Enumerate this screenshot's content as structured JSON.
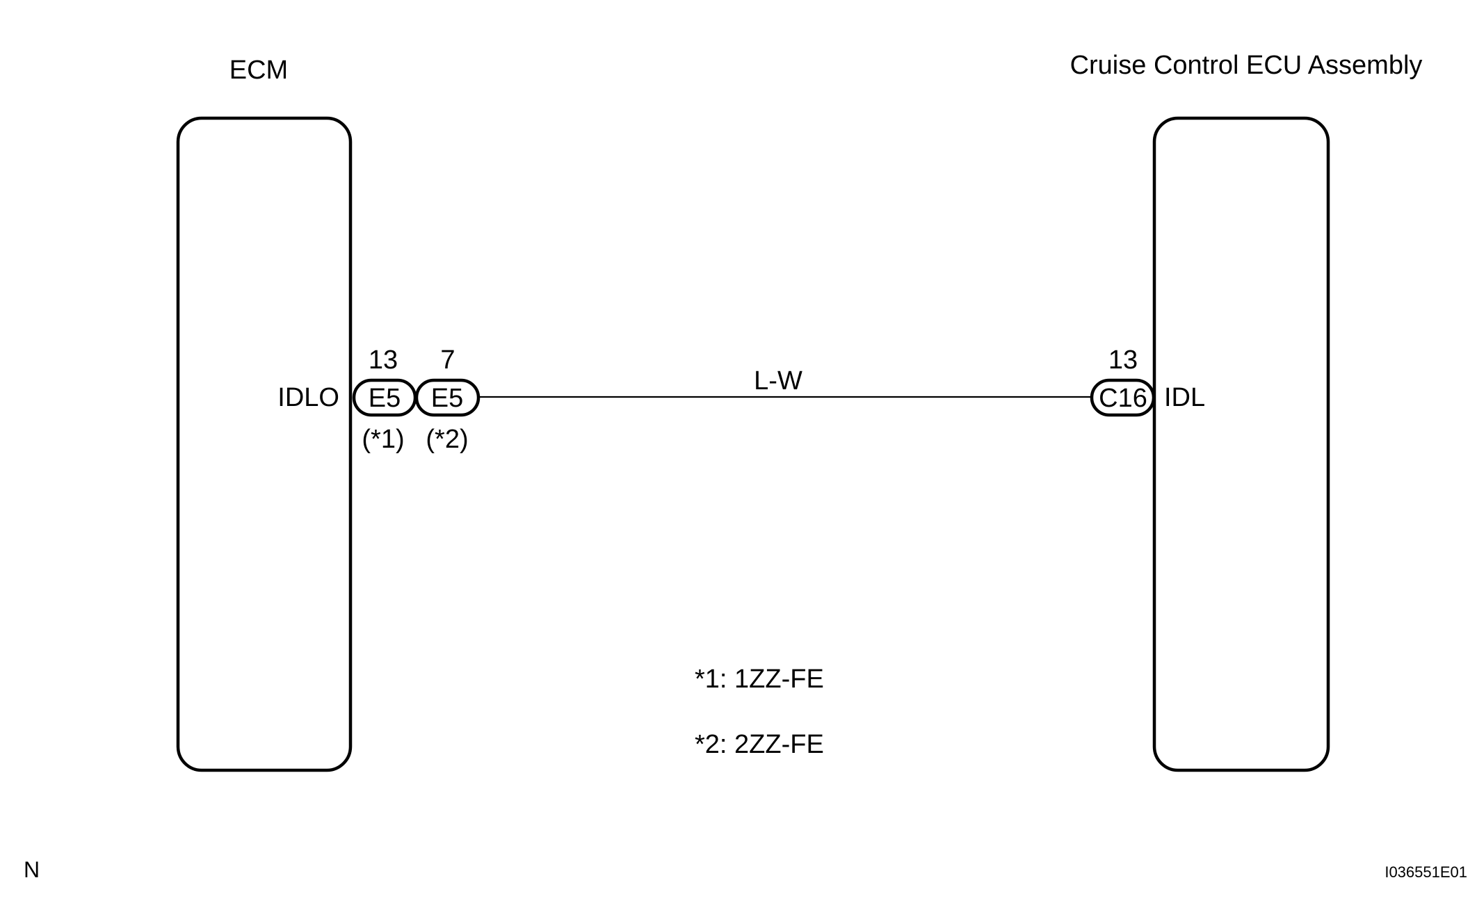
{
  "left_component": {
    "title": "ECM",
    "terminal_name": "IDLO",
    "connectors": [
      {
        "pin": "13",
        "code": "E5",
        "note": "(*1)"
      },
      {
        "pin": "7",
        "code": "E5",
        "note": "(*2)"
      }
    ]
  },
  "right_component": {
    "title": "Cruise Control ECU Assembly",
    "terminal_name": "IDL",
    "connector": {
      "pin": "13",
      "code": "C16"
    }
  },
  "wire": {
    "color_code": "L-W"
  },
  "notes": [
    "*1: 1ZZ-FE",
    "*2: 2ZZ-FE"
  ],
  "footer": {
    "corner_mark": "N",
    "figure_id": "I036551E01"
  }
}
